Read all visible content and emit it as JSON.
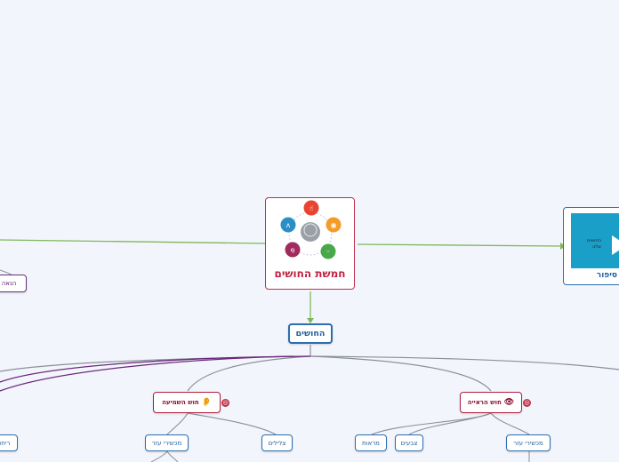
{
  "central": {
    "title": "חמשת החושים"
  },
  "video": {
    "text_line1": "החושים",
    "text_line2": "שלנו",
    "caption": "סיפור"
  },
  "nodes": {
    "senses": "החושים",
    "hearing": "חוש השמיעה",
    "sight": "חוש הראייה",
    "pleasure": "הנאה",
    "hearing_aids": "מכשירי עזר",
    "sounds": "צלילים",
    "sights": "מראות",
    "colors": "צבעים",
    "sight_aids": "מכשירי עזר",
    "smell": "ריחות"
  },
  "icons": {
    "hearing_emoji": "ear-icon",
    "sight_emoji": "eye-icon",
    "external_link": "globe-icon"
  },
  "colors": {
    "link_green": "#7cb85a",
    "link_purple": "#6a2a7a",
    "link_gray": "#8a8f98",
    "sense_touch": "#e8442f",
    "sense_sight": "#f39c2a",
    "sense_taste": "#49a84a",
    "sense_hearing": "#a12a5e",
    "sense_smell": "#2c8ec9"
  }
}
